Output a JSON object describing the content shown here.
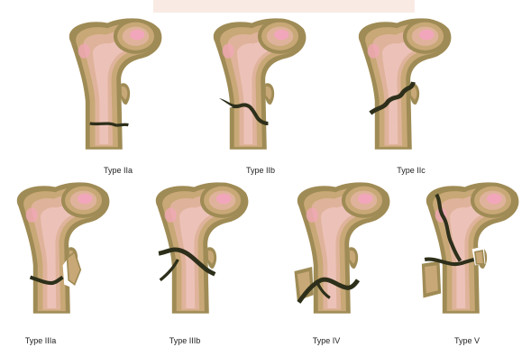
{
  "colors": {
    "background": "#ffffff",
    "banner_fade": "#f6d8c8",
    "bone_outer": "#9f8b55",
    "bone_mid": "#c8a876",
    "bone_inner": "#dfb39b",
    "bone_center": "#ecc2b8",
    "head_highlight": "#f2a6bb",
    "fracture": "#2d2f1a",
    "label_text": "#222222"
  },
  "figures": [
    {
      "id": "iia",
      "label": "Type IIa",
      "fracture": "transverse-subtrochanteric"
    },
    {
      "id": "iib",
      "label": "Type IIb",
      "fracture": "wavy-with-lesser-trochanter"
    },
    {
      "id": "iic",
      "label": "Type IIc",
      "fracture": "oblique-intertrochanteric"
    },
    {
      "id": "iiia",
      "label": "Type IIIa",
      "fracture": "lesser-trochanter-fragment"
    },
    {
      "id": "iiib",
      "label": "Type IIIb",
      "fracture": "greater-trochanter-fragment"
    },
    {
      "id": "iv",
      "label": "Type IV",
      "fracture": "comminuted-subtrochanteric"
    },
    {
      "id": "v",
      "label": "Type V",
      "fracture": "neck-and-subtrochanteric"
    }
  ]
}
